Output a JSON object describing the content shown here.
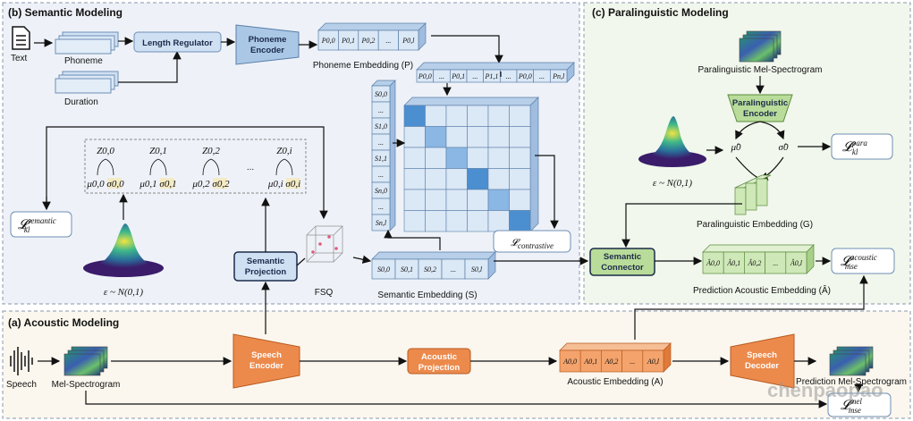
{
  "panels": {
    "semantic": "(b) Semantic Modeling",
    "paralinguistic": "(c) Paralinguistic Modeling",
    "acoustic": "(a) Acoustic Modeling"
  },
  "semantic": {
    "text_label": "Text",
    "phoneme_label": "Phoneme",
    "duration_label": "Duration",
    "length_regulator": "Length Regulator",
    "phoneme_encoder_1": "Phoneme",
    "phoneme_encoder_2": "Encoder",
    "phoneme_embedding_label": "Phoneme Embedding (P)",
    "phoneme_cells": [
      "P0,0",
      "P0,1",
      "P0,2",
      "...",
      "P0,l"
    ],
    "phoneme_row_cells": [
      "P0,0",
      "...",
      "P0,1",
      "...",
      "P1,1",
      "...",
      "P0,0",
      "...",
      "Pn,l"
    ],
    "latent_cells": [
      "Z0,0",
      "Z0,1",
      "Z0,2",
      "...",
      "Z0,i"
    ],
    "latent_params": [
      "μ0,0  σ0,0",
      "μ0,1  σ0,1",
      "μ0,2  σ0,2",
      "μ0,i  σ0,i"
    ],
    "kl_semantic": "L_kl^semantic",
    "epsilon_label": "ε ~ N(0,1)",
    "semantic_projection_1": "Semantic",
    "semantic_projection_2": "Projection",
    "fsq_label": "FSQ",
    "semantic_embedding_label": "Semantic Embedding (S)",
    "semantic_cells": [
      "S0,0",
      "S0,1",
      "S0,2",
      "...",
      "S0,l"
    ],
    "semantic_column_cells": [
      "S0,0",
      "...",
      "S1,0",
      "...",
      "S1,1",
      "...",
      "Sn,0",
      "...",
      "Sn,l"
    ],
    "contrastive_loss": "L_contrastive"
  },
  "paralinguistic": {
    "mel_label": "Paralinguistic Mel-Spectrogram",
    "encoder_1": "Paralinguistic",
    "encoder_2": "Encoder",
    "mu_hat": "μ̂0",
    "sigma_hat": "σ̂0",
    "kl_para": "L_kl^para",
    "epsilon_label": "ε ~ N(0,1)",
    "embedding_label": "Paralinguistic Embedding (G)",
    "connector_1": "Semantic",
    "connector_2": "Connector",
    "pred_cells": [
      "Â0,0",
      "Â0,1",
      "Â0,2",
      "...",
      "Â0,l"
    ],
    "pred_label": "Prediction Acoustic Embedding (Â)",
    "mse_acoustic": "L_mse^acoustic"
  },
  "acoustic": {
    "speech_label": "Speech",
    "mel_label": "Mel-Spectrogram",
    "speech_encoder_1": "Speech",
    "speech_encoder_2": "Encoder",
    "acoustic_projection_1": "Acoustic",
    "acoustic_projection_2": "Projection",
    "acoustic_cells": [
      "A0,0",
      "A0,1",
      "A0,2",
      "...",
      "A0,l"
    ],
    "acoustic_embedding_label": "Acoustic Embedding (A)",
    "speech_decoder_1": "Speech",
    "speech_decoder_2": "Decoder",
    "pred_mel_label": "Prediction Mel-Spectrogram",
    "mse_mel": "L_mse^mel"
  },
  "watermark": "chenpaopao",
  "colors": {
    "semantic_bg": "#eef2f8",
    "paralinguistic_bg": "#f1f7ec",
    "acoustic_bg": "#fbf7ee",
    "blue_box": "#cfe0f3",
    "orange_box": "#ec8a4c",
    "green_box": "#b9dc9a",
    "green_cell": "#cfe8b8",
    "orange_cell": "#f4a36c",
    "blue_cell": "#dbe8f6",
    "blue_dark": "#4b8fd0"
  }
}
